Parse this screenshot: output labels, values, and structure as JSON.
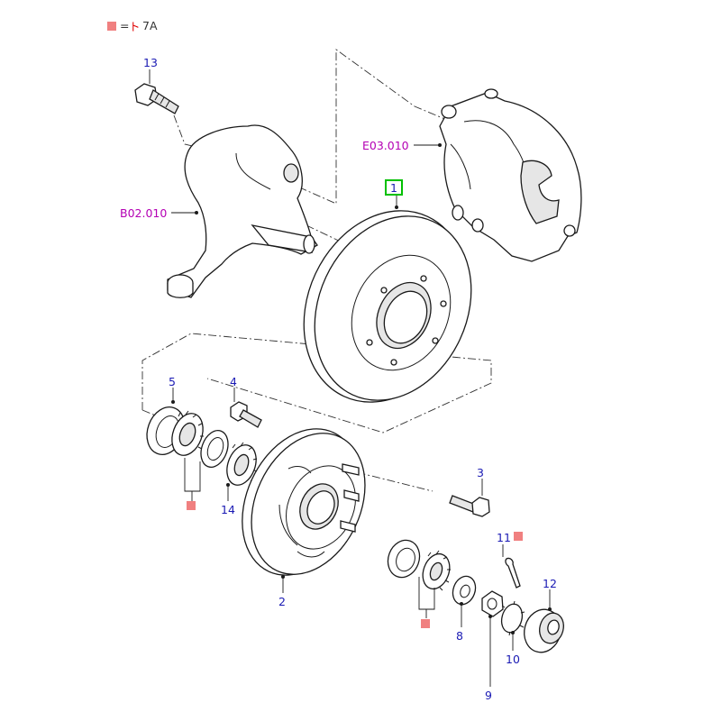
{
  "legend": {
    "equals": "=",
    "symbol": "ト",
    "code": "7A",
    "marker_color": "#f08080"
  },
  "colors": {
    "part_number": "#1a1ab4",
    "group_ref": "#b400b4",
    "highlight_box": "#00c000",
    "marker": "#f08080"
  },
  "callouts": {
    "p1": "1",
    "p2": "2",
    "p3": "3",
    "p4": "4",
    "p5": "5",
    "p8": "8",
    "p9": "9",
    "p10": "10",
    "p11": "11",
    "p12": "12",
    "p13": "13",
    "p14": "14",
    "ref_caliper": "E03.010",
    "ref_knuckle": "B02.010"
  }
}
